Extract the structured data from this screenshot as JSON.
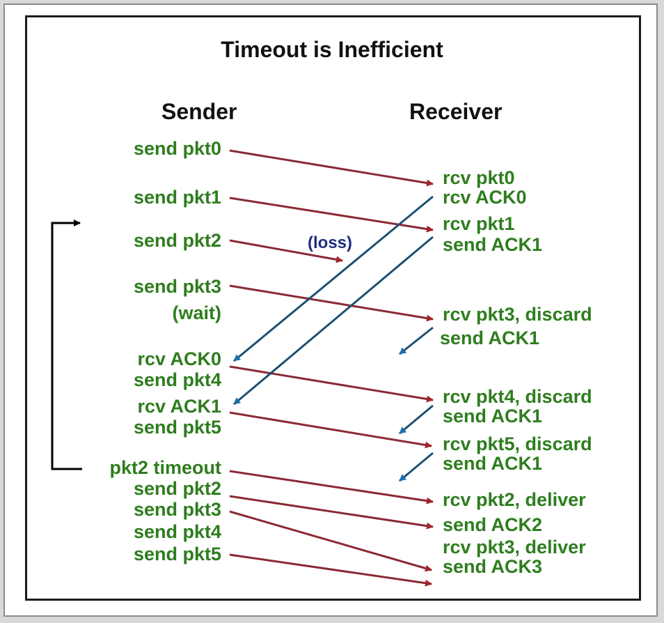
{
  "title": "Timeout is Inefficient",
  "headers": {
    "sender": "Sender",
    "receiver": "Receiver"
  },
  "loss_label": "(loss)",
  "sender": [
    "send pkt0",
    "send pkt1",
    "send pkt2",
    "send pkt3",
    "(wait)",
    "rcv ACK0",
    "send pkt4",
    "rcv ACK1",
    "send pkt5",
    "pkt2 timeout",
    "send pkt2",
    "send pkt3",
    "send pkt4",
    "send pkt5"
  ],
  "receiver": [
    "rcv pkt0",
    "rcv ACK0",
    "rcv pkt1",
    "send ACK1",
    "rcv pkt3, discard",
    "send ACK1",
    "rcv pkt4, discard",
    "send ACK1",
    "rcv pkt5, discard",
    "send ACK1",
    "rcv pkt2, deliver",
    "send ACK2",
    "rcv pkt3, deliver",
    "send ACK3"
  ],
  "colors": {
    "text": "#2e7d1e",
    "packet_arrow": "#8a2a34",
    "ack_arrow": "#1d4f73",
    "loss_text": "#1f2d80"
  }
}
